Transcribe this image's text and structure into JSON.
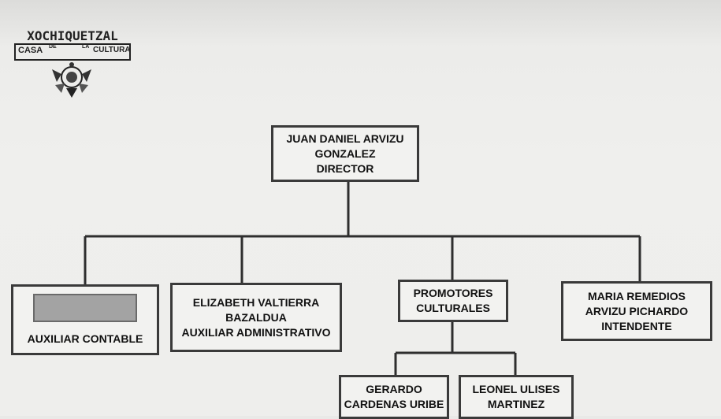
{
  "logo": {
    "title": "XOCHIQUETZAL",
    "casa": "CASA",
    "de": "DE",
    "la": "LA",
    "cultura": "CULTURA"
  },
  "director": {
    "line1": "JUAN DANIEL ARVIZU",
    "line2": "GONZALEZ",
    "line3": "DIRECTOR"
  },
  "auxiliar_contable": {
    "line1": "AUXILIAR CONTABLE"
  },
  "auxiliar_administrativo": {
    "line1": "ELIZABETH VALTIERRA",
    "line2": "BAZALDUA",
    "line3": "AUXILIAR ADMINISTRATIVO"
  },
  "promotores": {
    "line1": "PROMOTORES",
    "line2": "CULTURALES"
  },
  "intendente": {
    "line1": "MARIA REMEDIOS",
    "line2": "ARVIZU PICHARDO",
    "line3": "INTENDENTE"
  },
  "promotor_1": {
    "line1": "GERARDO",
    "line2": "CARDENAS URIBE"
  },
  "promotor_2": {
    "line1": "LEONEL ULISES",
    "line2": "MARTINEZ"
  }
}
